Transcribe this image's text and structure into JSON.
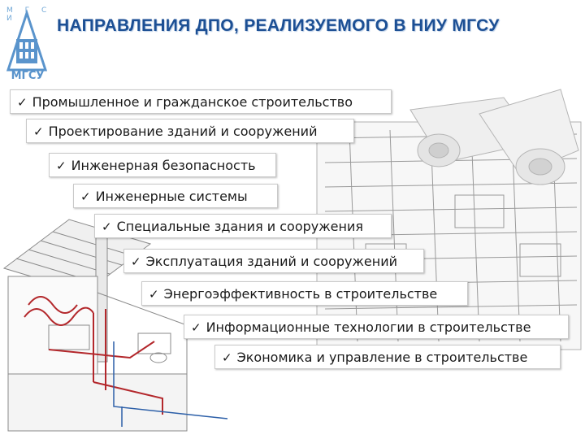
{
  "header": {
    "title": "НАПРАВЛЕНИЯ ДПО, РЕАЛИЗУЕМОГО В НИУ МГСУ",
    "logo_top_letters": "М Г С И",
    "logo_text": "МГСУ"
  },
  "check_glyph": "✓",
  "items": [
    "Промышленное и гражданское строительство",
    "Проектирование зданий и сооружений",
    "Инженерная безопасность",
    "Инженерные системы",
    "Специальные здания и сооружения",
    "Эксплуатация зданий и сооружений",
    "Энергоэффективность в строительстве",
    "Информационные технологии в строительстве",
    "Экономика  и управление в строительстве"
  ],
  "colors": {
    "title": "#1c4f94",
    "logo": "#5a94cc",
    "pipes_red": "#b3272b",
    "drawing_lines": "#9a9a9a"
  }
}
